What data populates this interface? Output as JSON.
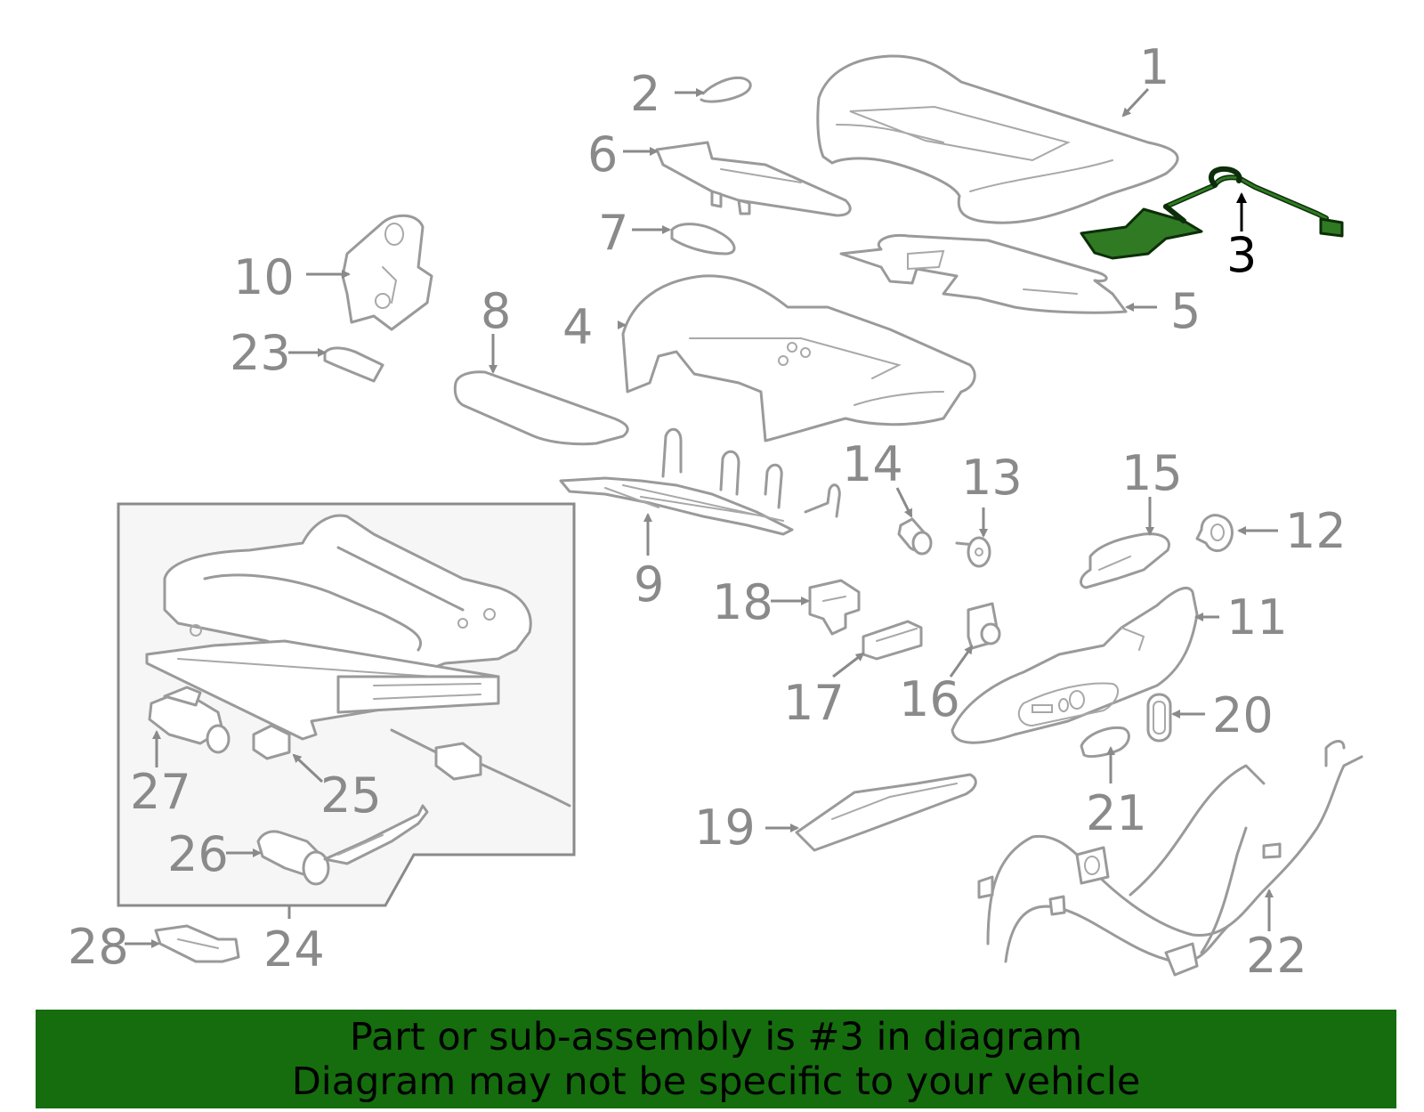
{
  "diagram": {
    "highlighted_part": "3",
    "callouts": [
      "1",
      "2",
      "3",
      "4",
      "5",
      "6",
      "7",
      "8",
      "9",
      "10",
      "11",
      "12",
      "13",
      "14",
      "15",
      "16",
      "17",
      "18",
      "19",
      "20",
      "21",
      "22",
      "23",
      "24",
      "25",
      "26",
      "27",
      "28"
    ]
  },
  "banner": {
    "line1": "Part or sub-assembly is #3 in diagram",
    "line2": "Diagram may not be specific to your vehicle",
    "background_color": "#156d0e"
  }
}
